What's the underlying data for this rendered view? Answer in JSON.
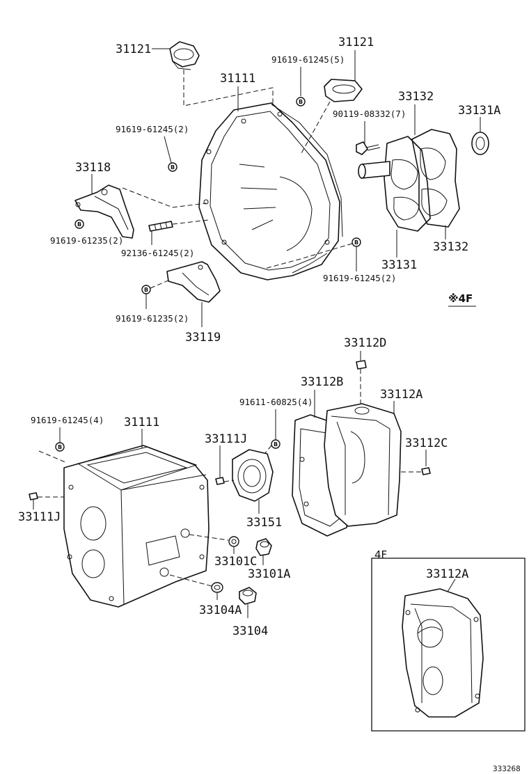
{
  "labels": {
    "p31121_left": "31121",
    "p31121_right": "31121",
    "p31111_top": "31111",
    "b91619_61245_5": "91619-61245(5)",
    "b90119_08332_7": "90119-08332(7)",
    "p33132_top": "33132",
    "p33131A": "33131A",
    "b91619_61245_2a": "91619-61245(2)",
    "p33118": "33118",
    "b91619_61235_2a": "91619-61235(2)",
    "b92136_61245_2": "92136-61245(2)",
    "p33132_bottom": "33132",
    "p33131": "33131",
    "b91619_61245_2b": "91619-61245(2)",
    "b91619_61235_2b": "91619-61235(2)",
    "p33119": "33119",
    "variant_ref": "※4F",
    "p33112D": "33112D",
    "p33112B": "33112B",
    "b91611_60825_4": "91611-60825(4)",
    "p33112A": "33112A",
    "b91619_61245_4": "91619-61245(4)",
    "p31111_bottom": "31111",
    "p33111J_mid": "33111J",
    "p33112C": "33112C",
    "p33111J_left": "33111J",
    "p33151": "33151",
    "p33101C": "33101C",
    "p33101A": "33101A",
    "p33104A": "33104A",
    "p33104": "33104",
    "inset_title": "4F",
    "inset_33112A": "33112A",
    "diagram_code": "333268"
  },
  "bolt_marks": {
    "symbol": "B"
  },
  "colors": {
    "ink": "#111111",
    "paper": "#ffffff"
  }
}
